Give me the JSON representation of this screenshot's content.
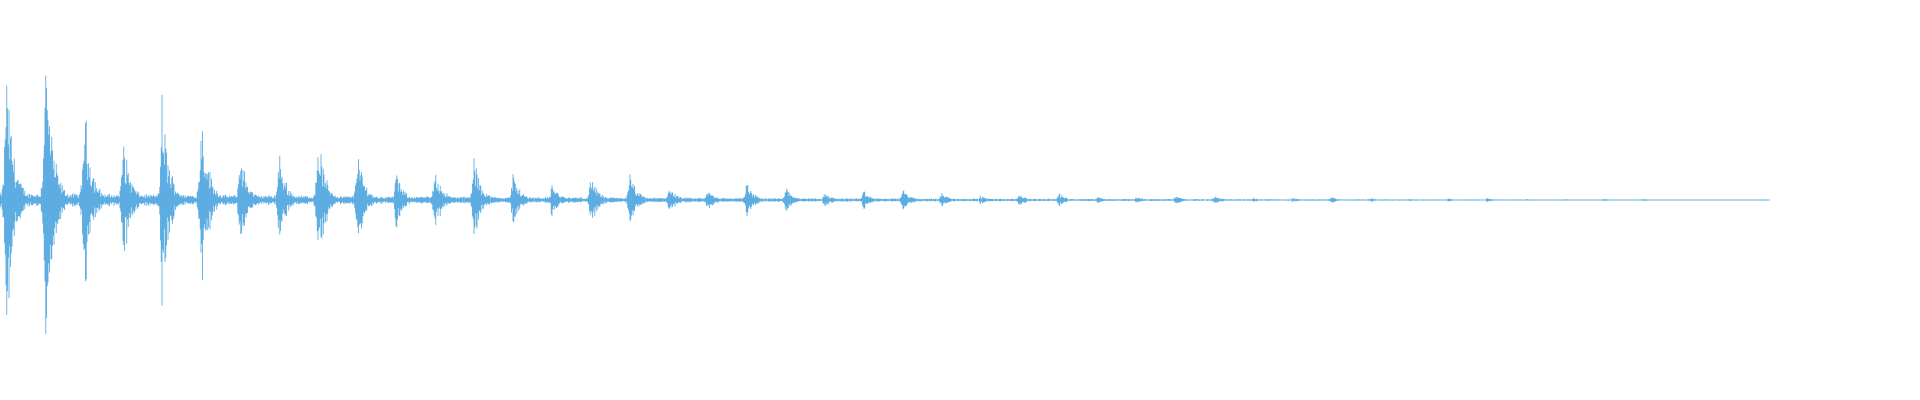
{
  "waveform": {
    "color": "#5dade2",
    "background": "#ffffff",
    "onsets": 46,
    "decay": "exponential",
    "peak_amplitude": 0.97
  }
}
